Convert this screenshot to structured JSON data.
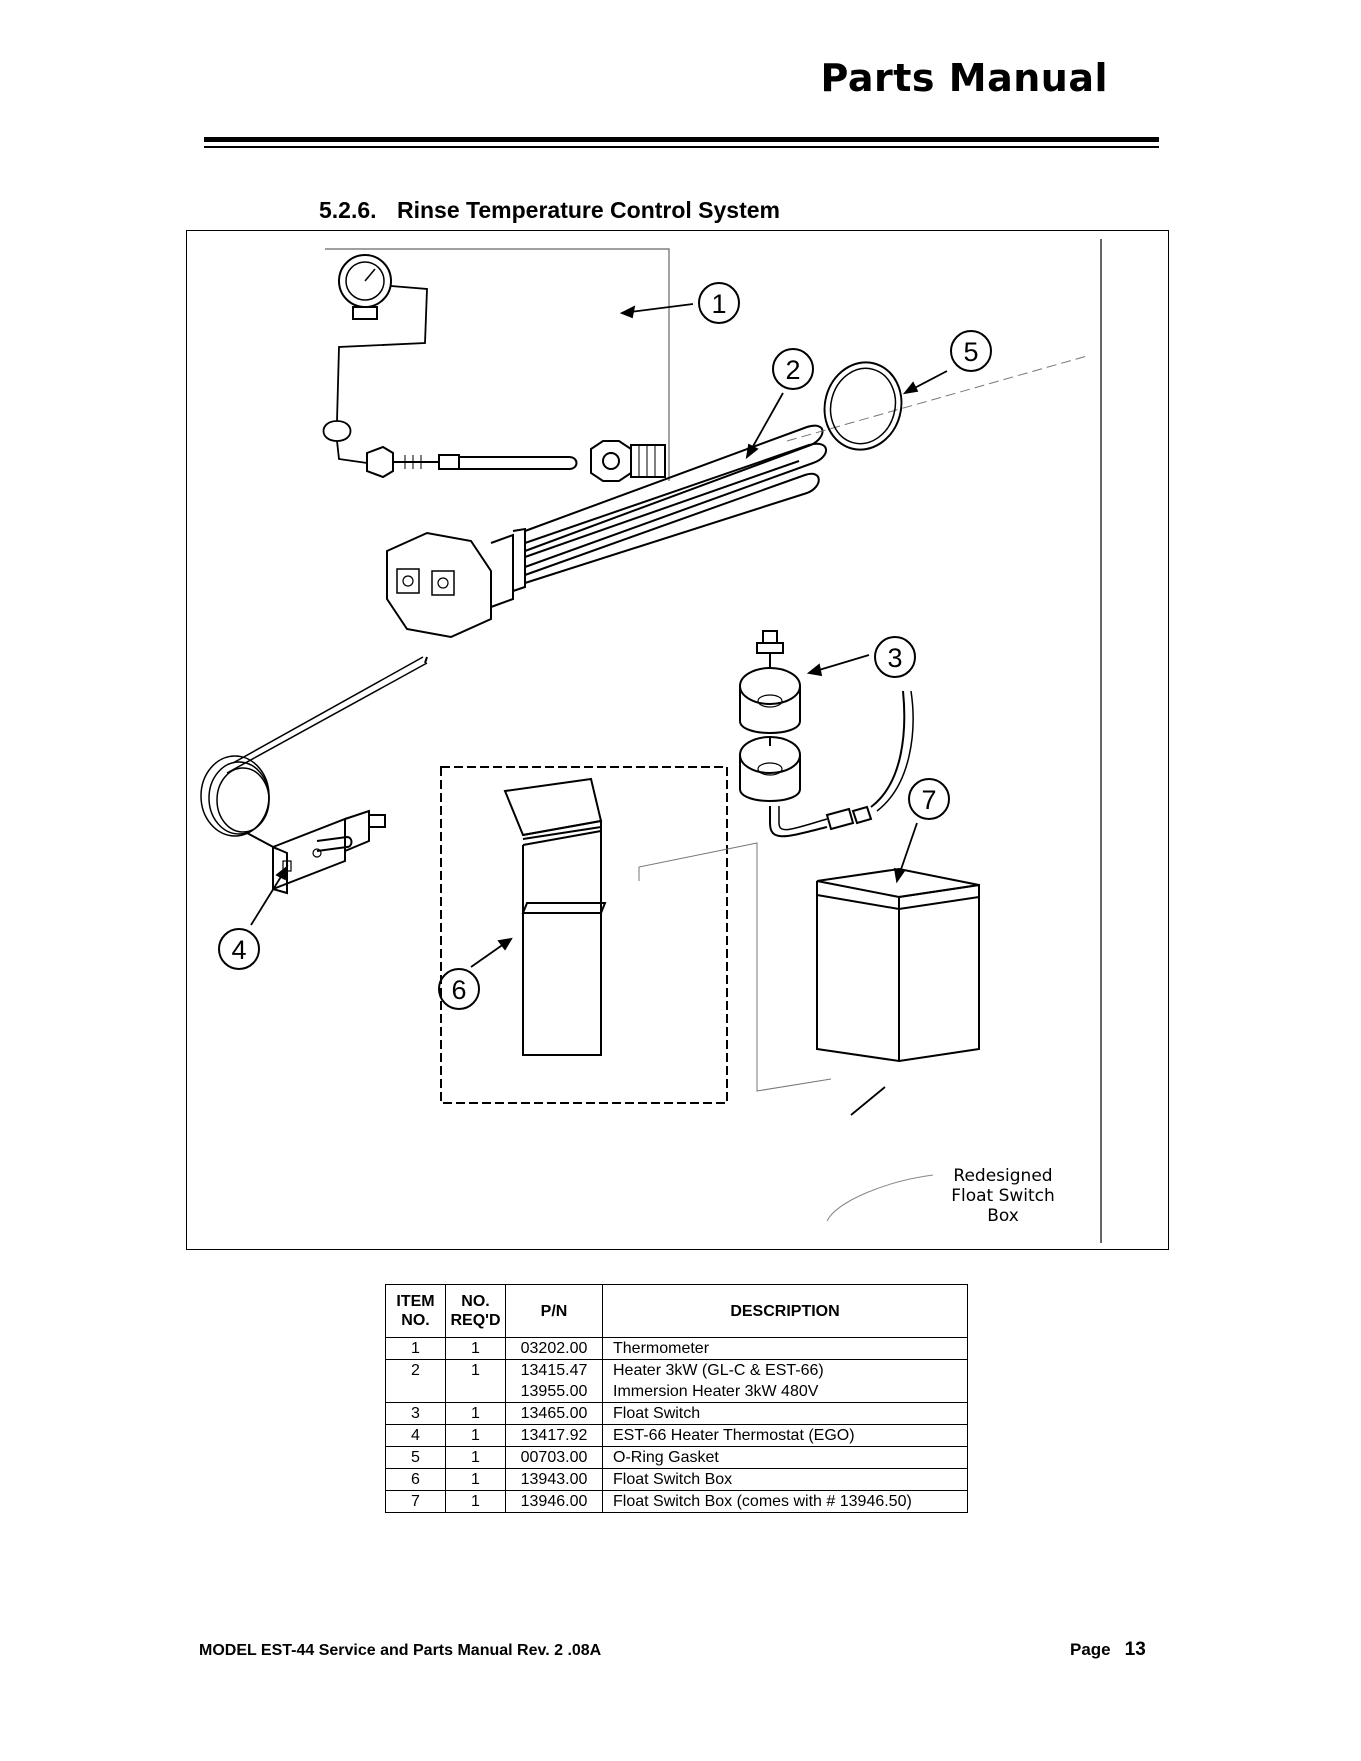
{
  "header": {
    "title": "Parts Manual"
  },
  "section": {
    "number": "5.2.6.",
    "title": "Rinse Temperature Control System"
  },
  "figure": {
    "balloons": [
      "1",
      "2",
      "3",
      "4",
      "5",
      "6",
      "7"
    ],
    "callout": [
      "Redesigned",
      "Float Switch",
      "Box"
    ]
  },
  "table": {
    "headers": {
      "item_line1": "ITEM",
      "item_line2": "NO.",
      "req_line1": "NO.",
      "req_line2": "REQ'D",
      "pn": "P/N",
      "desc": "DESCRIPTION"
    },
    "rows": [
      {
        "item": "1",
        "req": "1",
        "pn": "03202.00",
        "desc": "Thermometer"
      },
      {
        "item": "2",
        "req": "1",
        "pn": "13415.47",
        "desc": "Heater 3kW (GL-C & EST-66)"
      },
      {
        "item": "",
        "req": "",
        "pn": "13955.00",
        "desc": "Immersion Heater 3kW 480V"
      },
      {
        "item": "3",
        "req": "1",
        "pn": "13465.00",
        "desc": "Float Switch"
      },
      {
        "item": "4",
        "req": "1",
        "pn": "13417.92",
        "desc": "EST-66 Heater Thermostat (EGO)"
      },
      {
        "item": "5",
        "req": "1",
        "pn": "00703.00",
        "desc": "O-Ring Gasket"
      },
      {
        "item": "6",
        "req": "1",
        "pn": "13943.00",
        "desc": "Float Switch Box"
      },
      {
        "item": "7",
        "req": "1",
        "pn": "13946.00",
        "desc": "Float Switch Box (comes with # 13946.50)"
      }
    ]
  },
  "footer": {
    "left": "MODEL EST-44 Service and Parts Manual Rev. 2 .08A",
    "page_label": "Page",
    "page_number": "13"
  }
}
